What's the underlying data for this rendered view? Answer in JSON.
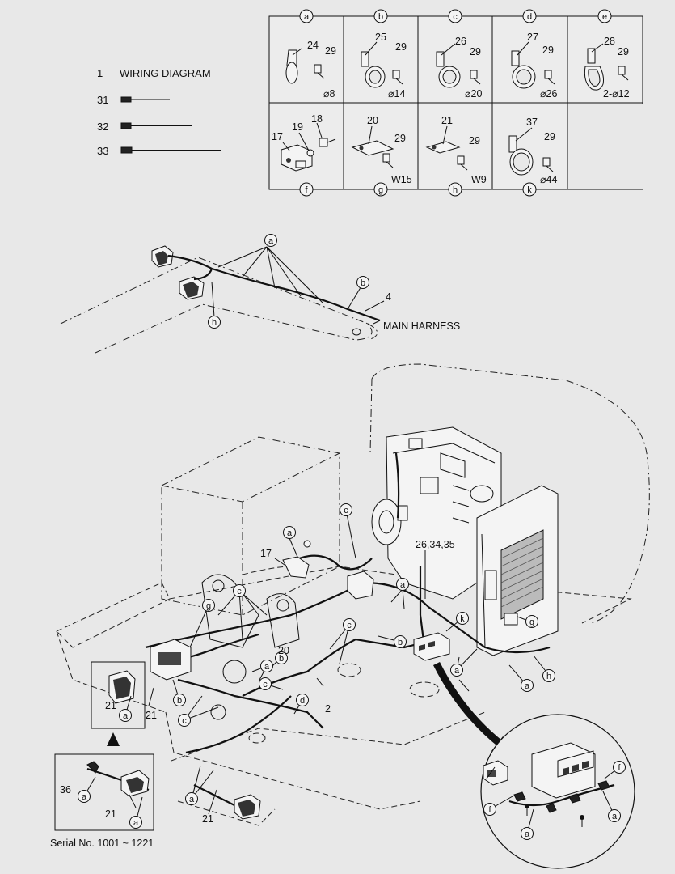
{
  "legend": {
    "items": [
      {
        "no": "1",
        "text": "WIRING DIAGRAM"
      },
      {
        "no": "31",
        "text": ""
      },
      {
        "no": "32",
        "text": ""
      },
      {
        "no": "33",
        "text": ""
      }
    ]
  },
  "clamp_table": {
    "top_row": [
      {
        "letter": "a",
        "parts": [
          "24",
          "29"
        ],
        "size": "⌀8"
      },
      {
        "letter": "b",
        "parts": [
          "25",
          "29"
        ],
        "size": "⌀14"
      },
      {
        "letter": "c",
        "parts": [
          "26",
          "29"
        ],
        "size": "⌀20"
      },
      {
        "letter": "d",
        "parts": [
          "27",
          "29"
        ],
        "size": "⌀26"
      },
      {
        "letter": "e",
        "parts": [
          "28",
          "29"
        ],
        "size": "2-⌀12"
      }
    ],
    "bottom_row": [
      {
        "letter": "f",
        "parts": [
          "17",
          "19",
          "18"
        ],
        "size": ""
      },
      {
        "letter": "g",
        "parts": [
          "20",
          "29"
        ],
        "size": "W15"
      },
      {
        "letter": "h",
        "parts": [
          "21",
          "29"
        ],
        "size": "W9"
      },
      {
        "letter": "k",
        "parts": [
          "37",
          "29"
        ],
        "size": "⌀44"
      }
    ]
  },
  "boom": {
    "harness_no": "4",
    "harness_label": "MAIN HARNESS"
  },
  "main_view": {
    "labels": {
      "part_17": "17",
      "part_20": "20",
      "part_2": "2",
      "part_26": "26,34,35",
      "part_21a": "21",
      "part_21b": "21",
      "part_21c": "21",
      "part_21d": "21",
      "part_36": "36"
    }
  },
  "serial_note": "Serial No. 1001 ~ 1221"
}
